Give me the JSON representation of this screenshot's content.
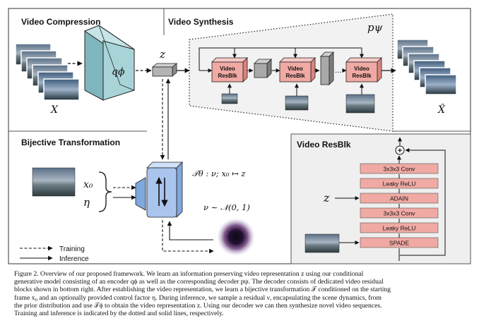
{
  "panels": {
    "compression": "Video Compression",
    "synthesis": "Video Synthesis",
    "bijective": "Bijective Transformation",
    "resblk": "Video ResBlk"
  },
  "math": {
    "q_phi": "qϕ",
    "z": "z",
    "p_psi": "pψ",
    "X": "X",
    "X_hat": "X̂",
    "x0": "x₀",
    "eta": "η",
    "transform": "𝒯θ : ν; x₀ ↦ z",
    "nu_prior": "ν ∼ 𝒩(0, 1)",
    "z_resblk": "z",
    "ellipsis": "..."
  },
  "synthesis_blocks": [
    "Video",
    "ResBlk"
  ],
  "resblk_layers": [
    "3x3x3 Conv",
    "Leaky ReLU",
    "ADAIN",
    "3x3x3 Conv",
    "Leaky ReLU",
    "SPADE"
  ],
  "add_symbol": "+",
  "legend": {
    "training": "Training",
    "inference": "Inference"
  },
  "caption": [
    "Figure 2.   Overview of our proposed framework.  We learn an information preserving video representation z using our conditional",
    "generative model consisting of an encoder qϕ as well as the corresponding decoder pψ. The decoder consists of dedicated video residual",
    "blocks shown in bottom right. After establishing the video representation, we learn a bijective transformation 𝒯 conditioned on the starting",
    "frame x₀ and an optionally provided control factor η. During inference, we sample a residual ν, encapsulating the scene dynamics, from",
    "the prior distribution and use 𝒯ϕ to obtain the video representation z. Using our decoder we can then synthesize novel video sequences.",
    "Training and inference is indicated by the dotted and solid lines, respectively."
  ],
  "colors": {
    "encoder": "#a8d4d8",
    "resblk": "#f0a9a3",
    "flow": "#a9c5ee",
    "resblk_panel": "#efefef",
    "z_box": "#b4b4b4"
  }
}
